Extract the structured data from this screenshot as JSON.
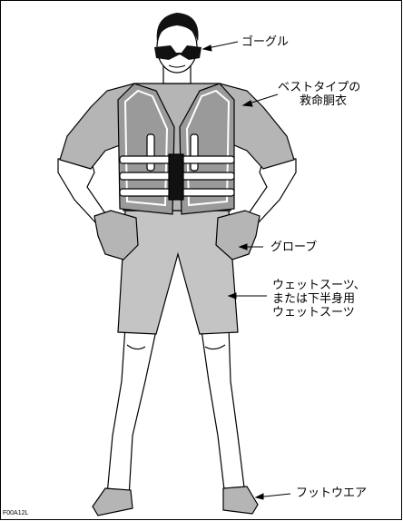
{
  "labels": {
    "goggles": "ゴーグル",
    "vest_line1": "ベストタイプの",
    "vest_line2": "救命胴衣",
    "gloves": "グローブ",
    "suit_line1": "ウェットスーツ、",
    "suit_line2": "または下半身用",
    "suit_line3": "ウェットスーツ",
    "footwear": "フットウエア"
  },
  "figure_code": "F00A12L",
  "colors": {
    "gear_gray": "#b5b5b5",
    "vest_dark": "#8e8e8e",
    "line": "#000000",
    "skin": "#ffffff",
    "hair": "#111111"
  }
}
